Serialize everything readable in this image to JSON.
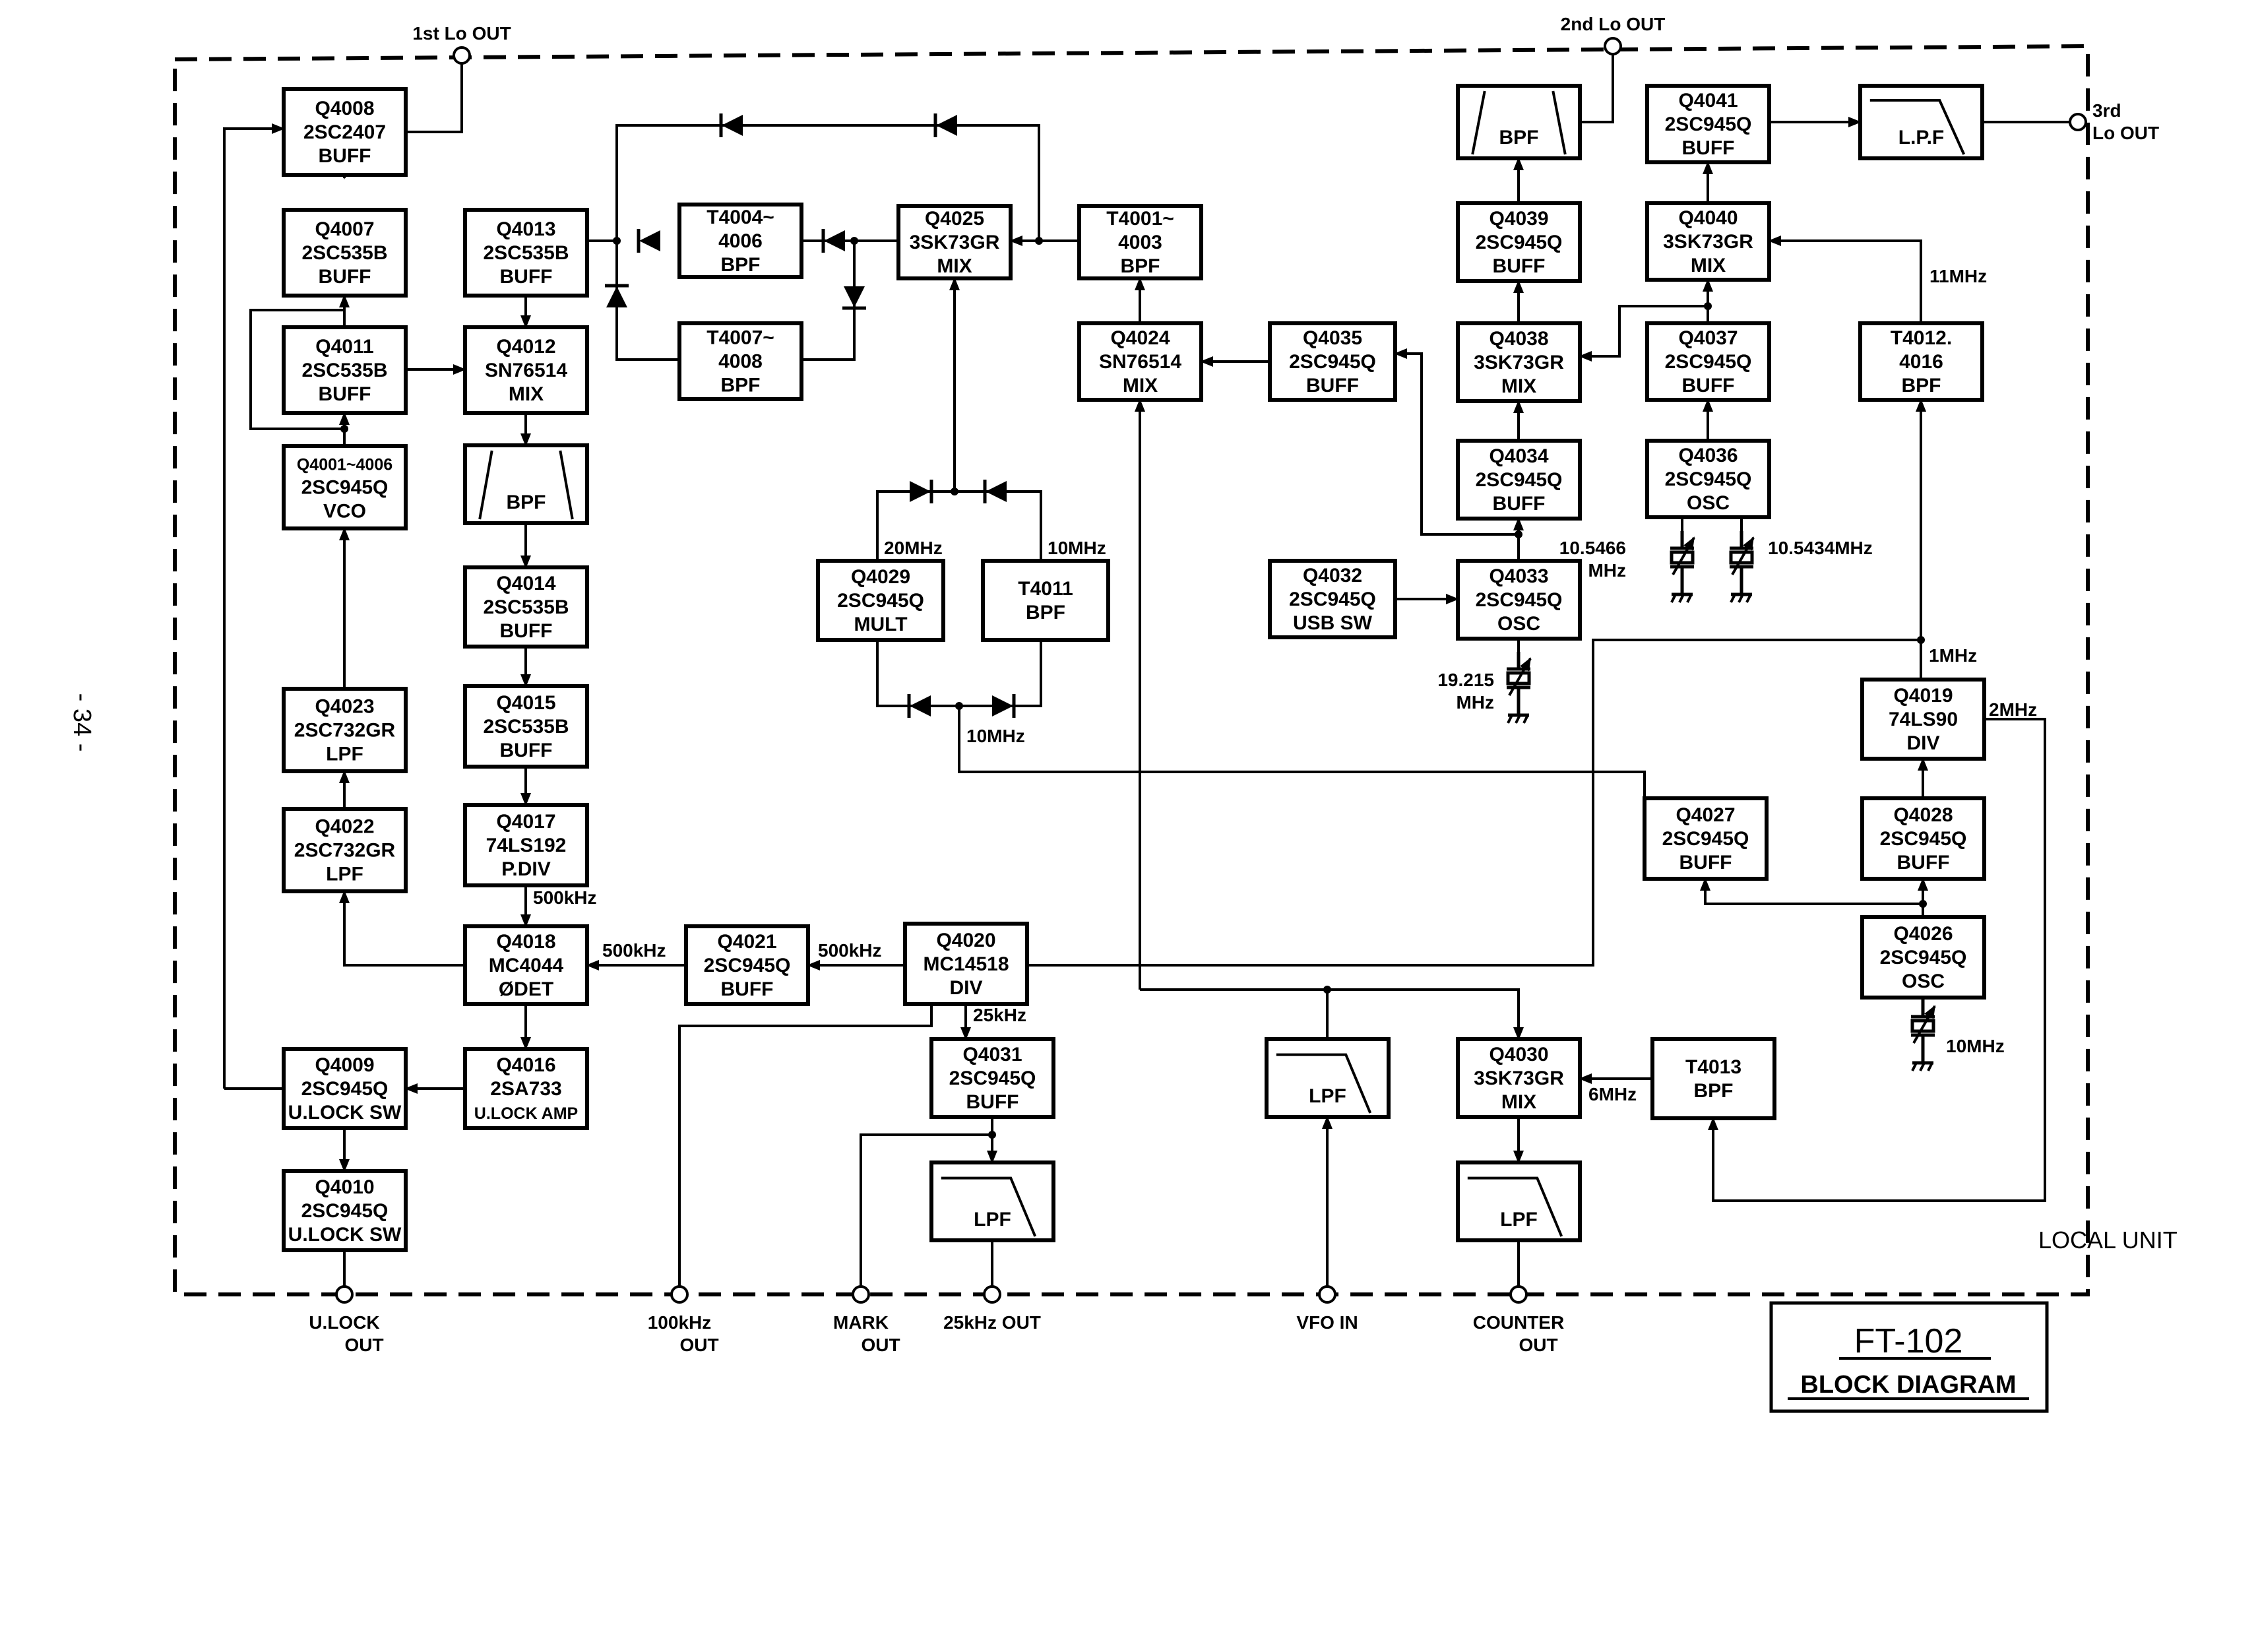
{
  "page_number": "- 34 -",
  "title": {
    "model": "FT-102",
    "subtitle": "BLOCK DIAGRAM"
  },
  "unit_label": "LOCAL UNIT",
  "ports": [
    {
      "id": "p1lo",
      "label": [
        "1st Lo OUT"
      ]
    },
    {
      "id": "p2lo",
      "label": [
        "2nd Lo OUT"
      ]
    },
    {
      "id": "p3lo",
      "label": [
        "3rd",
        "Lo OUT"
      ]
    },
    {
      "id": "pulock",
      "label": [
        "U.LOCK",
        "OUT"
      ]
    },
    {
      "id": "p100k",
      "label": [
        "100kHz",
        "OUT"
      ]
    },
    {
      "id": "pmark",
      "label": [
        "MARK",
        "OUT"
      ]
    },
    {
      "id": "p25k",
      "label": [
        "25kHz OUT"
      ]
    },
    {
      "id": "pvfo",
      "label": [
        "VFO  IN"
      ]
    },
    {
      "id": "pcnt",
      "label": [
        "COUNTER",
        "OUT"
      ]
    }
  ],
  "blocks": [
    {
      "id": "q4008",
      "lines": [
        "Q4008",
        "2SC2407",
        "BUFF"
      ]
    },
    {
      "id": "q4007",
      "lines": [
        "Q4007",
        "2SC535B",
        "BUFF"
      ]
    },
    {
      "id": "q4011",
      "lines": [
        "Q4011",
        "2SC535B",
        "BUFF"
      ]
    },
    {
      "id": "q4001",
      "lines": [
        "Q4001~4006",
        "2SC945Q",
        "VCO"
      ]
    },
    {
      "id": "q4023",
      "lines": [
        "Q4023",
        "2SC732GR",
        "LPF"
      ]
    },
    {
      "id": "q4022",
      "lines": [
        "Q4022",
        "2SC732GR",
        "LPF"
      ]
    },
    {
      "id": "q4009",
      "lines": [
        "Q4009",
        "2SC945Q",
        "U.LOCK SW"
      ]
    },
    {
      "id": "q4010",
      "lines": [
        "Q4010",
        "2SC945Q",
        "U.LOCK SW"
      ]
    },
    {
      "id": "q4013",
      "lines": [
        "Q4013",
        "2SC535B",
        "BUFF"
      ]
    },
    {
      "id": "q4012",
      "lines": [
        "Q4012",
        "SN76514",
        "MIX"
      ]
    },
    {
      "id": "bpf1",
      "lines": [
        "BPF"
      ],
      "shape": "bpf"
    },
    {
      "id": "q4014",
      "lines": [
        "Q4014",
        "2SC535B",
        "BUFF"
      ]
    },
    {
      "id": "q4015",
      "lines": [
        "Q4015",
        "2SC535B",
        "BUFF"
      ]
    },
    {
      "id": "q4017",
      "lines": [
        "Q4017",
        "74LS192",
        "P.DIV"
      ]
    },
    {
      "id": "q4018",
      "lines": [
        "Q4018",
        "MC4044",
        "ØDET"
      ]
    },
    {
      "id": "q4016",
      "lines": [
        "Q4016",
        "2SA733",
        "U.LOCK AMP"
      ]
    },
    {
      "id": "t4004",
      "lines": [
        "T4004~",
        "4006",
        "BPF"
      ]
    },
    {
      "id": "t4007",
      "lines": [
        "T4007~",
        "4008",
        "BPF"
      ]
    },
    {
      "id": "q4025",
      "lines": [
        "Q4025",
        "3SK73GR",
        "MIX"
      ]
    },
    {
      "id": "t4001",
      "lines": [
        "T4001~",
        "4003",
        "BPF"
      ]
    },
    {
      "id": "q4024",
      "lines": [
        "Q4024",
        "SN76514",
        "MIX"
      ]
    },
    {
      "id": "q4029",
      "lines": [
        "Q4029",
        "2SC945Q",
        "MULT"
      ]
    },
    {
      "id": "t4011",
      "lines": [
        "T4011",
        "BPF"
      ]
    },
    {
      "id": "q4021",
      "lines": [
        "Q4021",
        "2SC945Q",
        "BUFF"
      ]
    },
    {
      "id": "q4020",
      "lines": [
        "Q4020",
        "MC14518",
        "DIV"
      ]
    },
    {
      "id": "q4031",
      "lines": [
        "Q4031",
        "2SC945Q",
        "BUFF"
      ]
    },
    {
      "id": "lpf25",
      "lines": [
        "LPF"
      ],
      "shape": "lpf"
    },
    {
      "id": "lpfvfo",
      "lines": [
        "LPF"
      ],
      "shape": "lpf"
    },
    {
      "id": "q4030",
      "lines": [
        "Q4030",
        "3SK73GR",
        "MIX"
      ]
    },
    {
      "id": "lpfcnt",
      "lines": [
        "LPF"
      ],
      "shape": "lpf"
    },
    {
      "id": "t4013",
      "lines": [
        "T4013",
        "BPF"
      ]
    },
    {
      "id": "q4035",
      "lines": [
        "Q4035",
        "2SC945Q",
        "BUFF"
      ]
    },
    {
      "id": "q4032",
      "lines": [
        "Q4032",
        "2SC945Q",
        "USB  SW"
      ]
    },
    {
      "id": "q4033",
      "lines": [
        "Q4033",
        "2SC945Q",
        "OSC"
      ]
    },
    {
      "id": "q4034",
      "lines": [
        "Q4034",
        "2SC945Q",
        "BUFF"
      ]
    },
    {
      "id": "q4038",
      "lines": [
        "Q4038",
        "3SK73GR",
        "MIX"
      ]
    },
    {
      "id": "q4039",
      "lines": [
        "Q4039",
        "2SC945Q",
        "BUFF"
      ]
    },
    {
      "id": "bpf2",
      "lines": [
        "BPF"
      ],
      "shape": "bpf"
    },
    {
      "id": "q4041",
      "lines": [
        "Q4041",
        "2SC945Q",
        "BUFF"
      ]
    },
    {
      "id": "lpf3",
      "lines": [
        "L.P.F"
      ],
      "shape": "lpf"
    },
    {
      "id": "q4040",
      "lines": [
        "Q4040",
        "3SK73GR",
        "MIX"
      ]
    },
    {
      "id": "q4037",
      "lines": [
        "Q4037",
        "2SC945Q",
        "BUFF"
      ]
    },
    {
      "id": "q4036",
      "lines": [
        "Q4036",
        "2SC945Q",
        "OSC"
      ]
    },
    {
      "id": "t4012",
      "lines": [
        "T4012.",
        "4016",
        "BPF"
      ]
    },
    {
      "id": "q4019",
      "lines": [
        "Q4019",
        "74LS90",
        "DIV"
      ]
    },
    {
      "id": "q4028",
      "lines": [
        "Q4028",
        "2SC945Q",
        "BUFF"
      ]
    },
    {
      "id": "q4027",
      "lines": [
        "Q4027",
        "2SC945Q",
        "BUFF"
      ]
    },
    {
      "id": "q4026",
      "lines": [
        "Q4026",
        "2SC945Q",
        "OSC"
      ]
    }
  ],
  "signal_labels": [
    {
      "id": "f500a",
      "text": "500kHz"
    },
    {
      "id": "f500b",
      "text": "500kHz"
    },
    {
      "id": "f500c",
      "text": "500kHz"
    },
    {
      "id": "f25k",
      "text": "25kHz"
    },
    {
      "id": "f20m",
      "text": "20MHz"
    },
    {
      "id": "f10ma",
      "text": "10MHz"
    },
    {
      "id": "f10mb",
      "text": "10MHz"
    },
    {
      "id": "f11m",
      "text": "11MHz"
    },
    {
      "id": "f1m",
      "text": "1MHz"
    },
    {
      "id": "f2m",
      "text": "2MHz"
    },
    {
      "id": "f6m",
      "text": "6MHz"
    },
    {
      "id": "f10mx",
      "text": "10MHz"
    }
  ],
  "crystals": [
    {
      "id": "x1",
      "label": [
        "10.5466",
        "MHz"
      ]
    },
    {
      "id": "x2",
      "label": [
        "10.5434MHz"
      ]
    },
    {
      "id": "x3",
      "label": [
        "19.215",
        "MHz"
      ]
    },
    {
      "id": "x4",
      "label": [
        "10MHz"
      ]
    }
  ]
}
